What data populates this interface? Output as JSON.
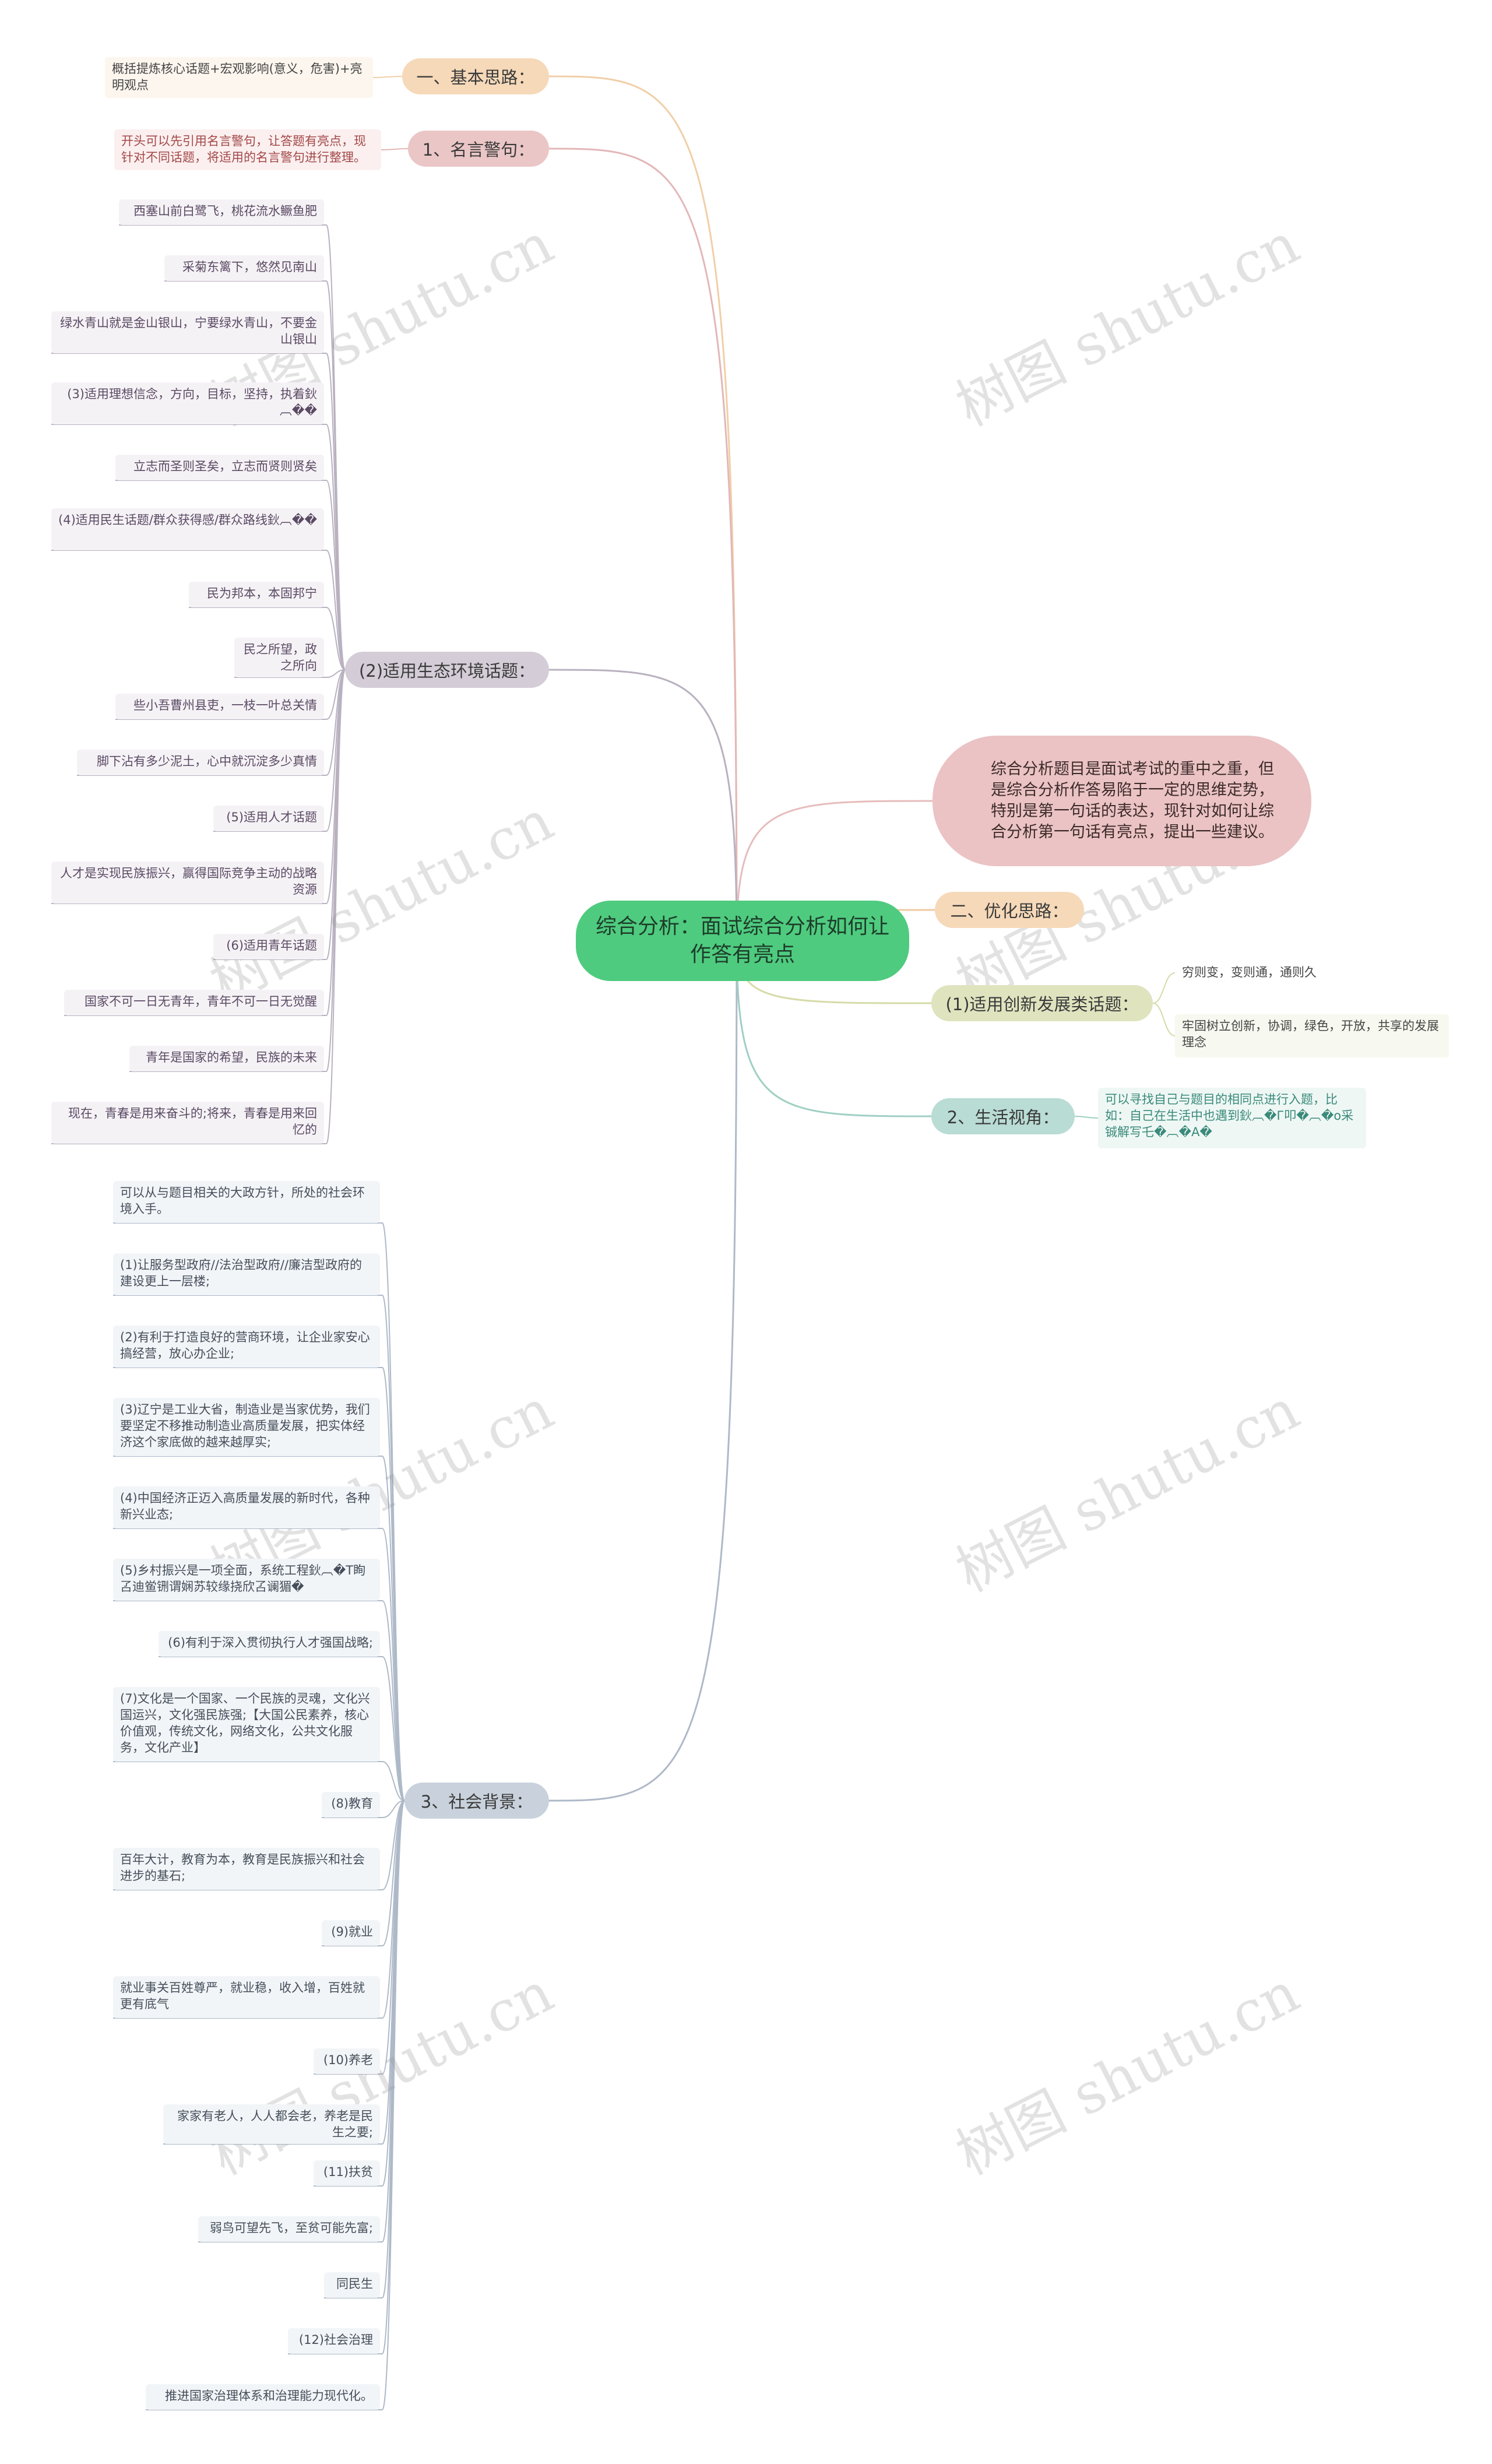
{
  "root": {
    "text": "综合分析：面试综合分析如何让作答有亮点"
  },
  "colors": {
    "root": "#4fcb7f",
    "branch_basic": "#f6d9b9",
    "branch_quote": "#ebc6c6",
    "branch_eco": "#d4cdd8",
    "branch_social": "#c9d2dc",
    "branch_opt": "#f6d9b9",
    "branch_innov": "#dfe4bf",
    "branch_life": "#b9dcd4",
    "line_basic": "#f0cfa8",
    "line_quote": "#e3b7b8",
    "line_eco": "#b9b1c0",
    "line_social": "#aeb9c8",
    "line_intro": "#e7bcbc",
    "line_opt": "#efc9a0",
    "line_innov": "#d6dba8",
    "line_life": "#9fcfc3",
    "text_quote": "#a34848",
    "text_life": "#3a8a7a"
  },
  "left": {
    "basic": {
      "label": "一、基本思路：",
      "leaf": "概括提炼核心话题+宏观影响(意义，危害)+亮明观点"
    },
    "quote": {
      "label": "1、名言警句：",
      "leaf": "开头可以先引用名言警句，让答题有亮点，现针对不同话题，将适用的名言警句进行整理。"
    },
    "eco": {
      "label": "(2)适用生态环境话题：",
      "leaves": [
        "西塞山前白鹭飞，桃花流水鳜鱼肥",
        "采菊东篱下，悠然见南山",
        "绿水青山就是金山银山，宁要绿水青山，不要金山银山",
        "(3)适用理想信念，方向，目标，坚持，执着鈥︹��",
        "立志而圣则圣矣，立志而贤则贤矣",
        "(4)适用民生话题/群众获得感/群众路线鈥︹��",
        "民为邦本，本固邦宁",
        "民之所望，政之所向",
        "些小吾曹州县吏，一枝一叶总关情",
        "脚下沾有多少泥土，心中就沉淀多少真情",
        "(5)适用人才话题",
        "人才是实现民族振兴，赢得国际竞争主动的战略资源",
        "(6)适用青年话题",
        "国家不可一日无青年，青年不可一日无觉醒",
        "青年是国家的希望，民族的未来",
        "现在，青春是用来奋斗的;将来，青春是用来回忆的"
      ]
    },
    "social": {
      "label": "3、社会背景：",
      "leaves": [
        "可以从与题目相关的大政方针，所处的社会环境入手。",
        "(1)让服务型政府//法治型政府//廉洁型政府的建设更上一层楼;",
        "(2)有利于打造良好的营商环境，让企业家安心搞经营，放心办企业;",
        "(3)辽宁是工业大省，制造业是当家优势，我们要坚定不移推动制造业高质量发展，把实体经济这个家底做的越来越厚实;",
        "(4)中国经济正迈入高质量发展的新时代，各种新兴业态;",
        "(5)乡村振兴是一项全面，系统工程鈥︹�T眴叾迪鲎铏谓娴苏较缘挠欣叾谰猸�",
        "(6)有利于深入贯彻执行人才强国战略;",
        "(7)文化是一个国家、一个民族的灵魂，文化兴国运兴，文化强民族强;【大国公民素养，核心价值观，传统文化，网络文化，公共文化服务，文化产业】",
        "(8)教育",
        "百年大计，教育为本，教育是民族振兴和社会进步的基石;",
        "(9)就业",
        "就业事关百姓尊严，就业稳，收入增，百姓就更有底气",
        "(10)养老",
        "家家有老人，人人都会老，养老是民生之要;",
        "(11)扶贫",
        "弱鸟可望先飞，至贫可能先富;",
        "同民生",
        "(12)社会治理",
        "推进国家治理体系和治理能力现代化。"
      ]
    }
  },
  "right": {
    "intro": "综合分析题目是面试考试的重中之重，但是综合分析作答易陷于一定的思维定势，特别是第一句话的表达，现针对如何让综合分析第一句话有亮点，提出一些建议。",
    "opt": {
      "label": "二、优化思路："
    },
    "innov": {
      "label": "(1)适用创新发展类话题：",
      "leaves": [
        "穷则变，变则通，通则久",
        "牢固树立创新，协调，绿色，开放，共享的发展理念"
      ]
    },
    "life": {
      "label": "2、生活视角：",
      "leaf": "可以寻找自己与题目的相同点进行入题，比如：自己在生活中也遇到鈥︹�Г叩�︹�o采铖解写乇�︹�A�"
    },
    "watermark": "树图 shutu.cn"
  }
}
